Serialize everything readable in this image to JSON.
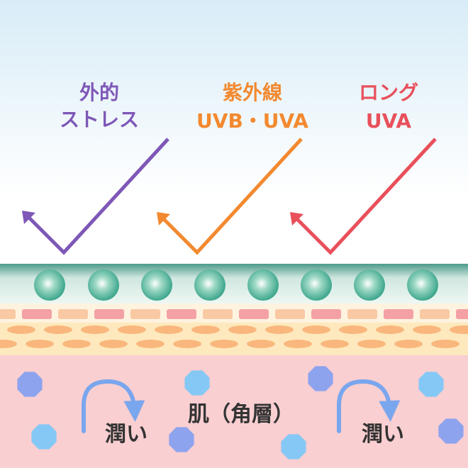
{
  "labels": {
    "external_stress": {
      "line1": "外的",
      "line2": "ストレス",
      "color": "#7e57b7"
    },
    "uv": {
      "line1": "紫外線",
      "line2": "UVB・UVA",
      "color": "#f3892f"
    },
    "long_uva": {
      "line1": "ロング",
      "line2": "UVA",
      "color": "#e8505b"
    }
  },
  "skin_label": "肌（角層）",
  "moisture_left": "潤い",
  "moisture_right": "潤い",
  "colors": {
    "sky_top": "#dceef8",
    "sky_bottom": "#ffffff",
    "barrier_band": "#4a9c8c",
    "sphere": "#3aa88e",
    "tile_light": "#f9c9a4",
    "tile_pink": "#f4a1a3",
    "cell_bg": "#fdeab8",
    "cell": "#f9b77d",
    "skin": "#f9cfd1",
    "dot_blue": "#8ea3ee",
    "dot_light": "#86c8f5",
    "arrow_blue": "#7aa6ee"
  }
}
